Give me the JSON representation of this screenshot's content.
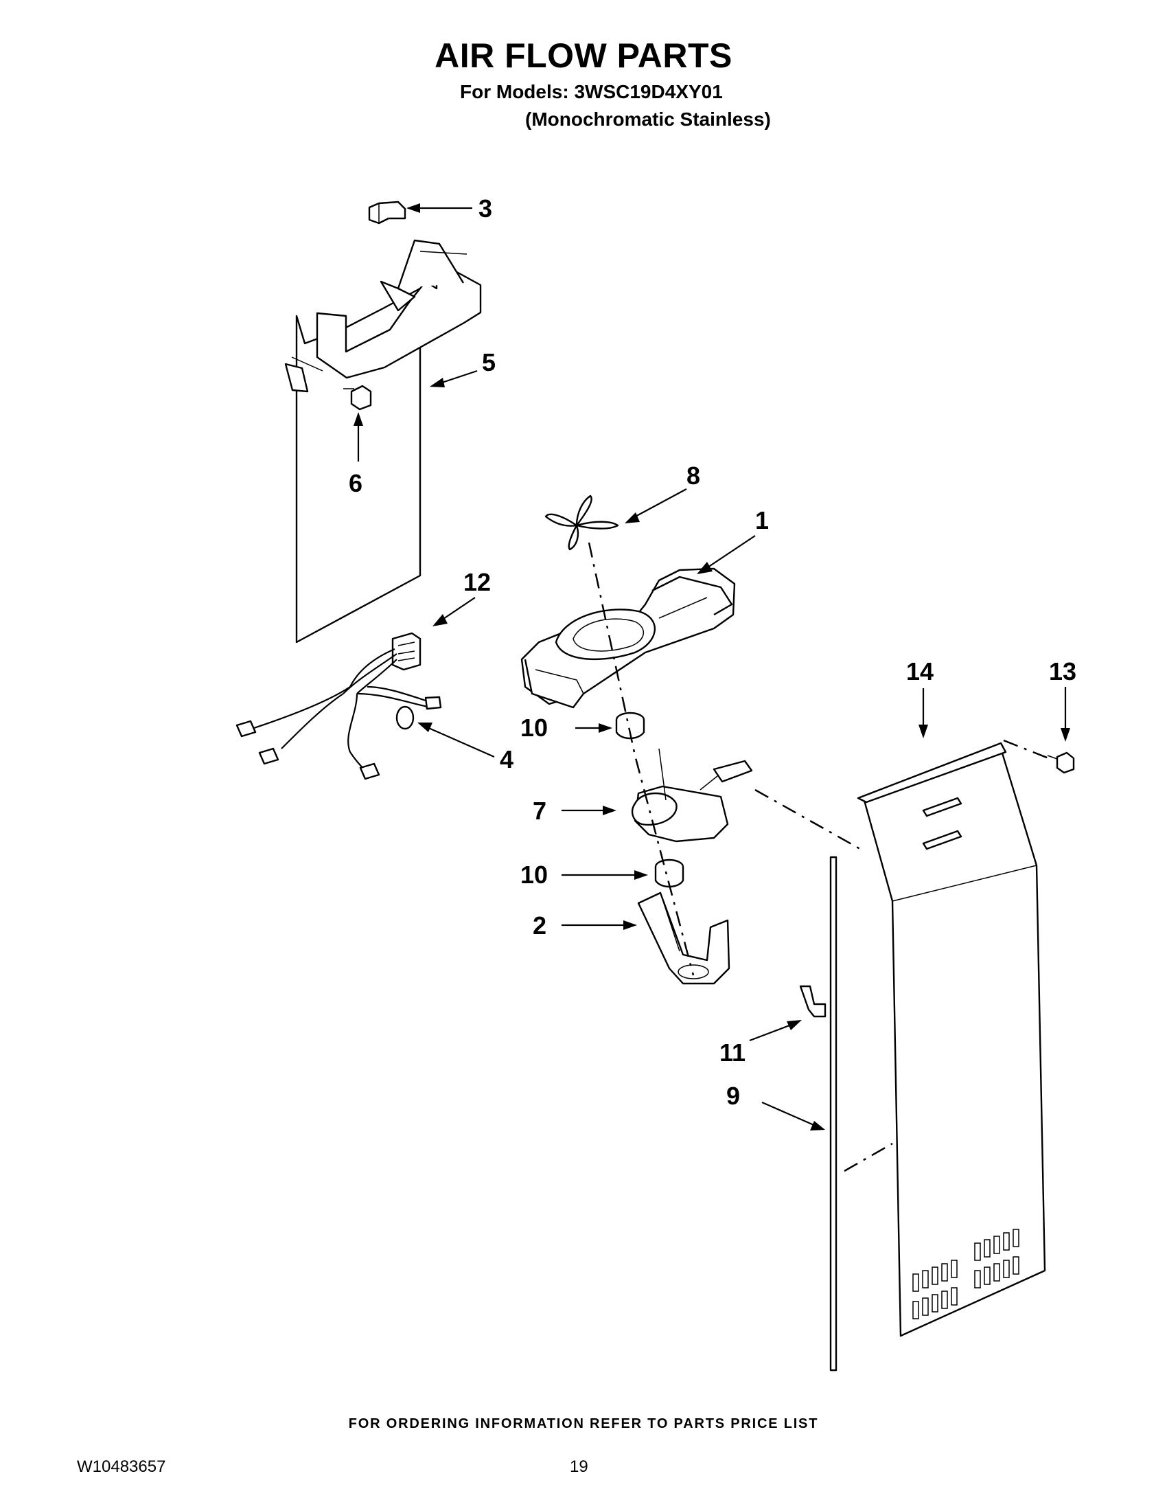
{
  "header": {
    "title": "AIR FLOW PARTS",
    "models_line": "For Models: 3WSC19D4XY01",
    "variant_line": "(Monochromatic Stainless)"
  },
  "callouts": {
    "c1": "1",
    "c2": "2",
    "c3": "3",
    "c4": "4",
    "c5": "5",
    "c6": "6",
    "c7": "7",
    "c8": "8",
    "c9": "9",
    "c10a": "10",
    "c10b": "10",
    "c11": "11",
    "c12": "12",
    "c13": "13",
    "c14": "14"
  },
  "footer": {
    "ordering_note": "FOR ORDERING INFORMATION REFER TO PARTS PRICE LIST",
    "document_number": "W10483657",
    "page_number": "19"
  }
}
